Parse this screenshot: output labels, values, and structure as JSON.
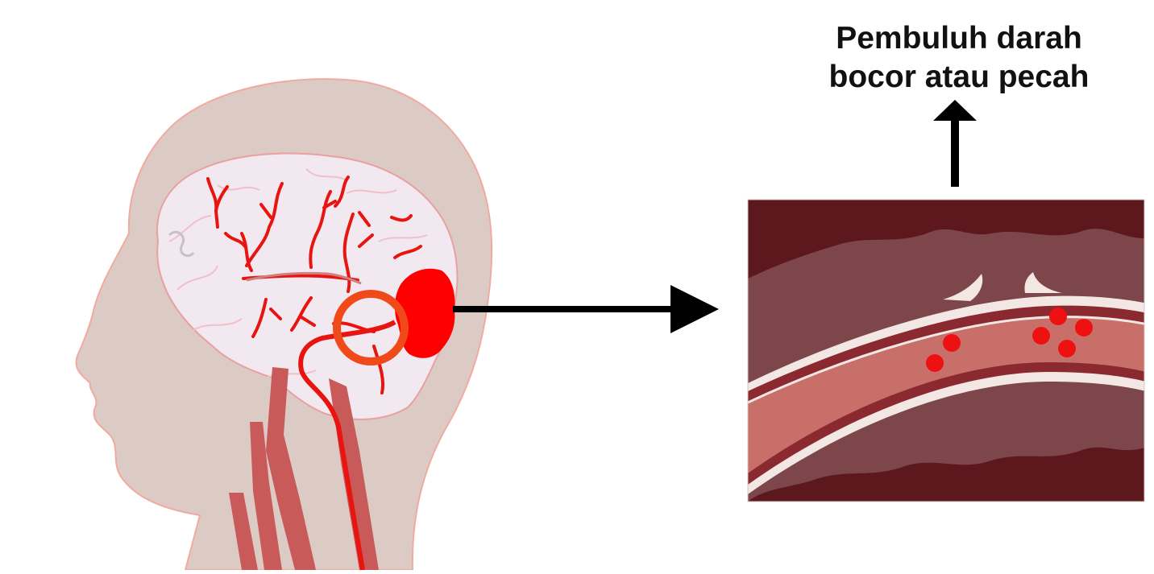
{
  "label": {
    "line1": "Pembuluh darah",
    "line2": "bocor atau pecah"
  },
  "colors": {
    "head": "#dccbc4",
    "head_outline": "#f0aaa0",
    "brain": "#f2e8ef",
    "artery": "#e8140f",
    "bleed": "#ff0000",
    "highlight_circle": "#f04a1a",
    "neck_vessel": "#c85a5a",
    "tissue_dark": "#5c181d",
    "tissue_mid": "#7c464b",
    "vessel_wall": "#f3e7e3",
    "vessel_lumen": "#c86f6a",
    "blood_cell": "#ee1111",
    "arrow": "#000000"
  },
  "icons": [
    "head-silhouette",
    "brain",
    "blood-vessel-closeup",
    "arrow-right",
    "arrow-up"
  ]
}
